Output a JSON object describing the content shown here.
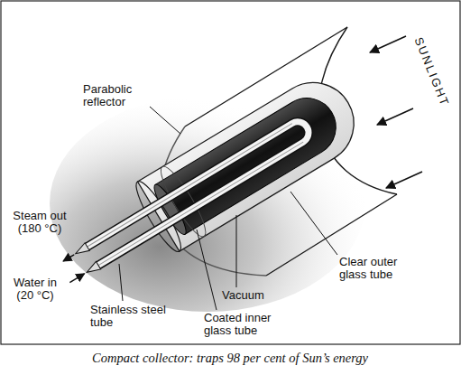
{
  "diagram": {
    "caption": "Compact collector: traps 98 per cent of Sun’s energy",
    "labels": [
      "SUNLIGHT",
      "Parabolic reflector",
      "Clear outer glass tube",
      "Vacuum",
      "Steam out (180 °C)",
      "Water in (20 °C)",
      "Stainless steel tube",
      "Coated inner glass tube"
    ]
  }
}
